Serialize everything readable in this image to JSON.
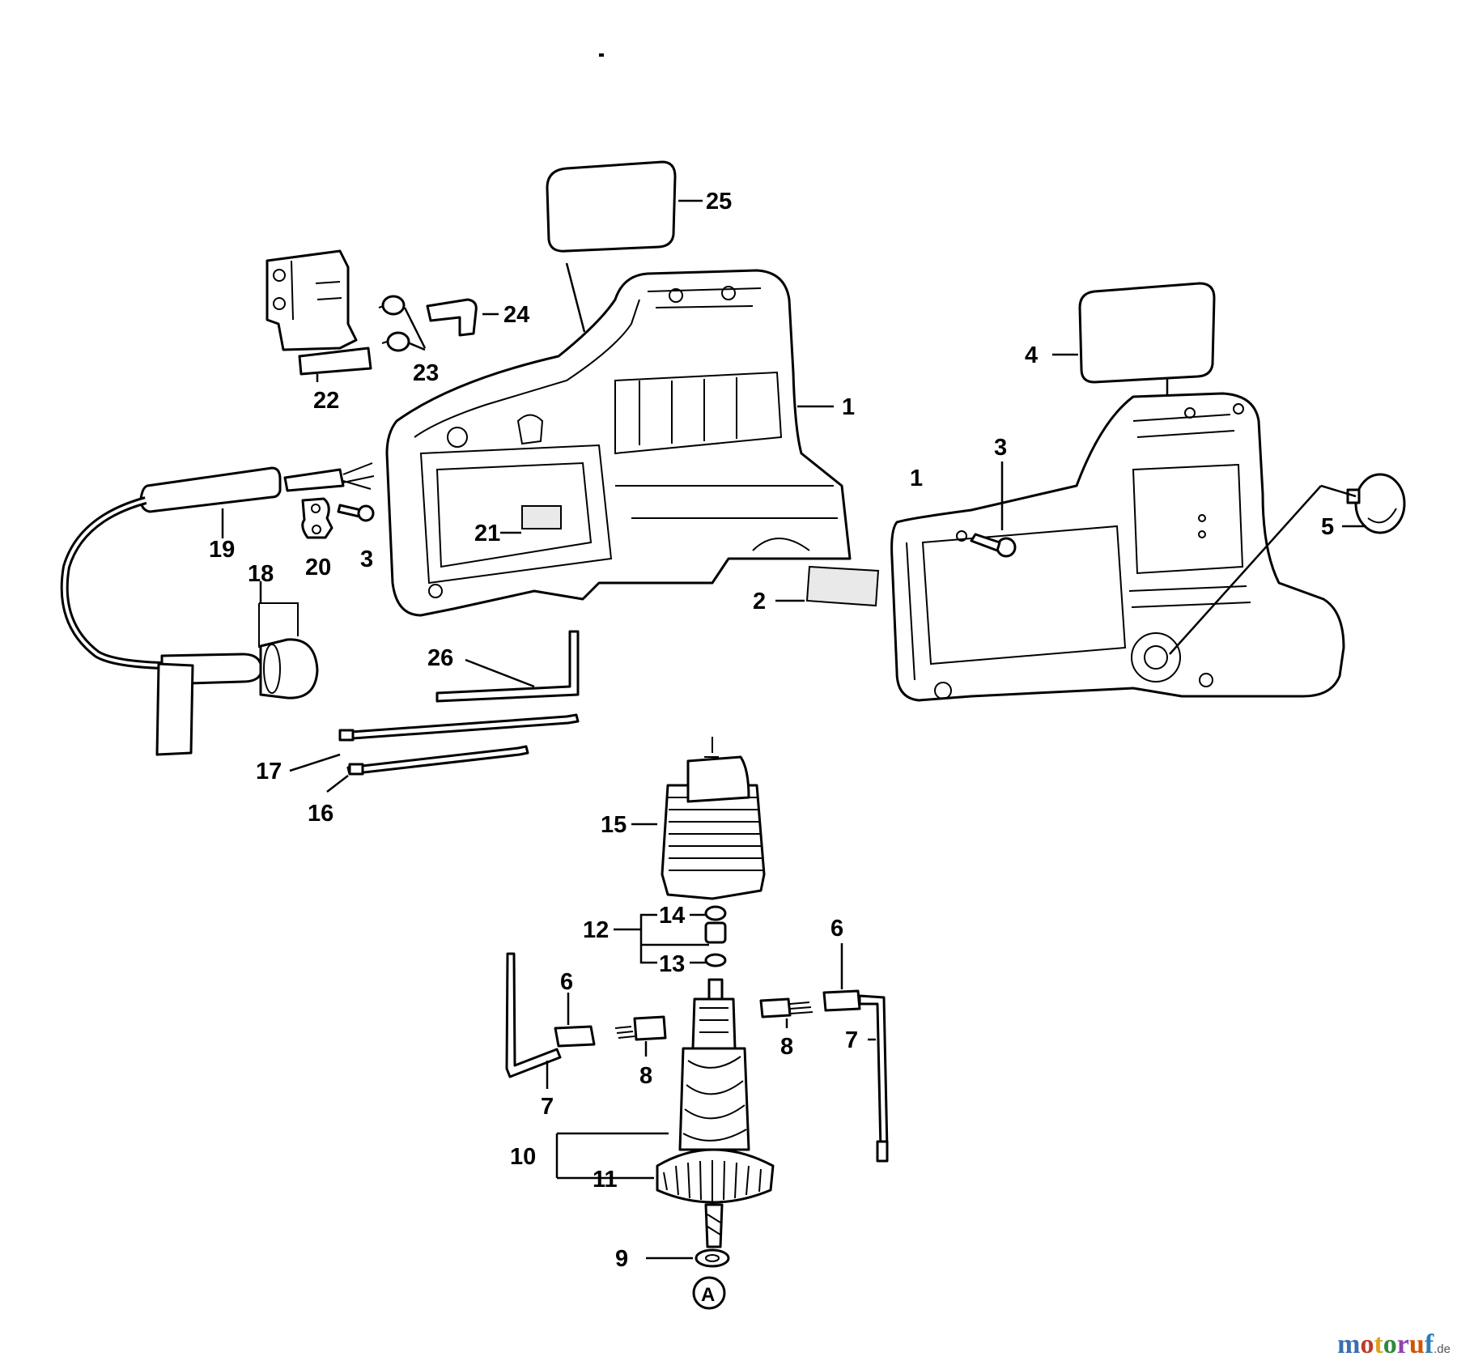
{
  "diagram": {
    "callouts": {
      "c1a": "1",
      "c1b": "1",
      "c2": "2",
      "c3a": "3",
      "c3b": "3",
      "c4": "4",
      "c5": "5",
      "c6a": "6",
      "c6b": "6",
      "c7a": "7",
      "c7b": "7",
      "c8a": "8",
      "c8b": "8",
      "c9": "9",
      "c10": "10",
      "c11": "11",
      "c12": "12",
      "c13": "13",
      "c14": "14",
      "c15": "15",
      "c16": "16",
      "c17": "17",
      "c18": "18",
      "c19": "19",
      "c20": "20",
      "c21": "21",
      "c22": "22",
      "c23": "23",
      "c24": "24",
      "c25": "25",
      "c26": "26",
      "cA": "A"
    }
  },
  "watermark": {
    "letters": [
      "m",
      "o",
      "t",
      "o",
      "r",
      "u",
      "f"
    ],
    "colors": [
      "#3a6fb0",
      "#c0392b",
      "#e0a21a",
      "#2e8b3e",
      "#8e44ad",
      "#d35400",
      "#2c7fb8"
    ],
    "suffix": ".de"
  }
}
